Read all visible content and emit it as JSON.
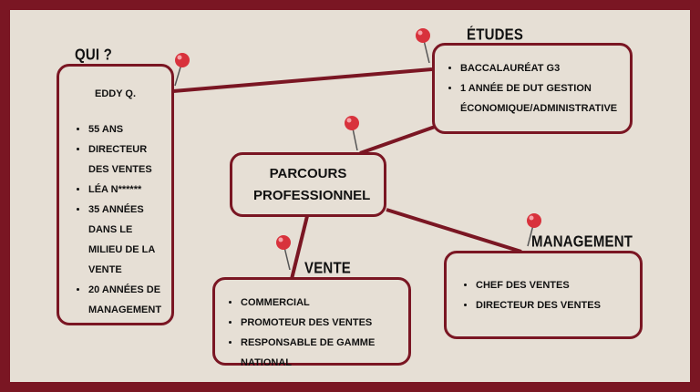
{
  "qui": {
    "heading": "QUI ?",
    "name": "EDDY Q.",
    "items": [
      "55 ANS",
      "DIRECTEUR DES VENTES",
      "LÉA N******",
      "35 ANNÉES DANS LE MILIEU DE LA VENTE",
      "20 ANNÉES DE MANAGEMENT"
    ]
  },
  "etudes": {
    "heading": "ÉTUDES",
    "items": [
      "BACCALAURÉAT G3",
      "1 ANNÉE DE DUT GESTION ÉCONOMIQUE/ADMINISTRATIVE"
    ]
  },
  "parcours": {
    "title": "PARCOURS PROFESSIONNEL"
  },
  "vente": {
    "heading": "VENTE",
    "items": [
      "COMMERCIAL",
      "PROMOTEUR DES VENTES",
      "RESPONSABLE DE GAMME NATIONAL"
    ]
  },
  "management": {
    "heading": "MANAGEMENT",
    "items": [
      "CHEF DES VENTES",
      "DIRECTEUR DES VENTES"
    ]
  },
  "colors": {
    "frame": "#7a1623",
    "background": "#e6dfd5",
    "pin": "#d8323c"
  }
}
